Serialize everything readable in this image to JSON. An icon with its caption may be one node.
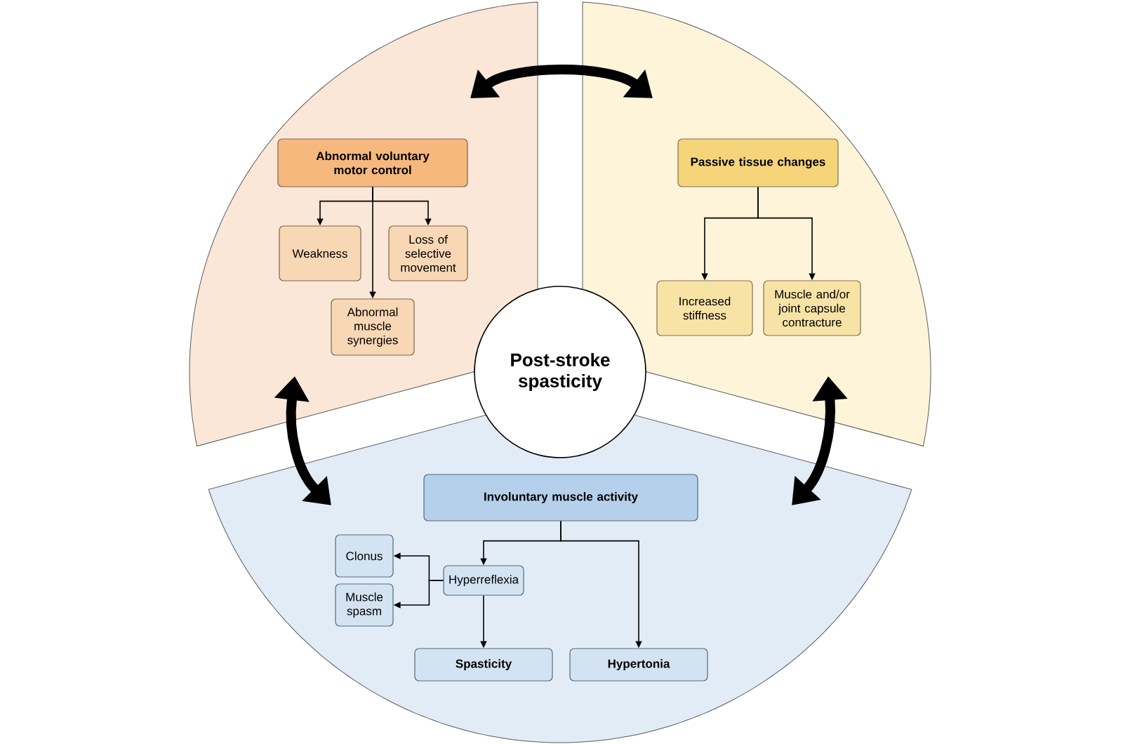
{
  "diagram": {
    "nodes": [
      {
        "text": [],
        "shape": "sector"
      },
      {
        "text": [
          "Abnormal voluntary motor control"
        ],
        "in": 0
      },
      {
        "text": [
          "Weakness"
        ],
        "in": 0
      },
      {
        "text": [
          "Loss of selective movement"
        ],
        "in": 0
      },
      {
        "text": [
          "Abnormal muscle synergies"
        ],
        "in": 0
      },
      {
        "text": [],
        "shape": "sector"
      },
      {
        "text": [
          "Passive tissue changes"
        ],
        "in": 5
      },
      {
        "text": [
          "Increased stiffness"
        ],
        "in": 5
      },
      {
        "text": [
          "Muscle and/or joint capsule contracture"
        ],
        "in": 5
      },
      {
        "text": [
          "Post-stroke spasticity"
        ]
      },
      {
        "text": [],
        "shape": "sector"
      },
      {
        "text": [
          "Involuntary muscle activity"
        ],
        "in": 10
      },
      {
        "text": [
          "Clonus"
        ],
        "in": 10
      },
      {
        "text": [
          "Hyperreflexia"
        ],
        "in": 10
      },
      {
        "text": [
          "Muscle spasm"
        ],
        "in": 10
      },
      {
        "text": [
          "Spasticity"
        ],
        "in": 10
      },
      {
        "text": [
          "Hypertonia"
        ],
        "in": 10
      }
    ],
    "edges": [
      {
        "from": 0,
        "to": 5,
        "arrow": "both",
        "style": "thick"
      },
      {
        "from": 0,
        "to": 10,
        "arrow": "both",
        "style": "thick"
      },
      {
        "from": 5,
        "to": 10,
        "arrow": "both",
        "style": "thick"
      },
      {
        "from": 1,
        "to": 2,
        "arrow": "to"
      },
      {
        "from": 1,
        "to": 3,
        "arrow": "to"
      },
      {
        "from": 1,
        "to": 4,
        "arrow": "to"
      },
      {
        "from": 6,
        "to": 7,
        "arrow": "to"
      },
      {
        "from": 6,
        "to": 8,
        "arrow": "to"
      },
      {
        "from": 11,
        "to": 13,
        "arrow": "to"
      },
      {
        "from": 11,
        "to": 16,
        "arrow": "to"
      },
      {
        "from": 13,
        "to": 15,
        "arrow": "to"
      },
      {
        "from": 13,
        "to": 12,
        "arrow": "to"
      },
      {
        "from": 13,
        "to": 14,
        "arrow": "to"
      }
    ]
  }
}
